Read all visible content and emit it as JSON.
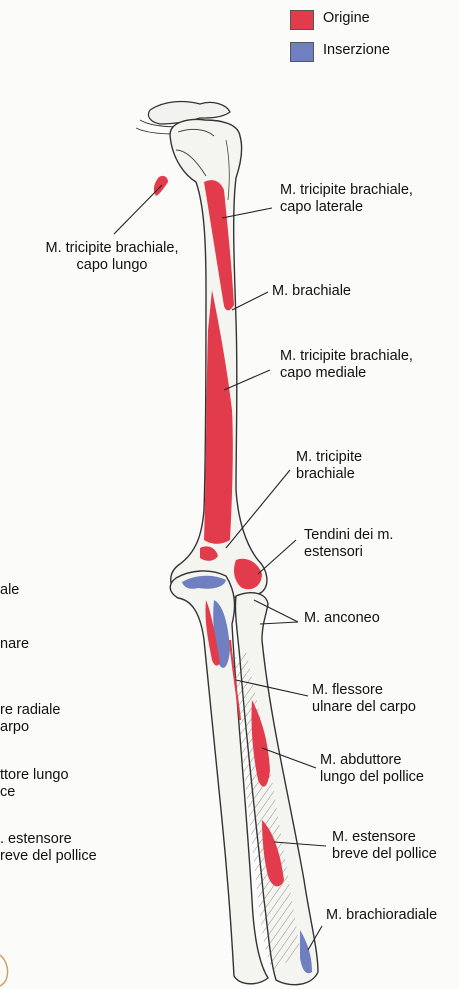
{
  "legend": {
    "origin": {
      "label": "Origine",
      "color": "#e23b4b"
    },
    "insertion": {
      "label": "Inserzione",
      "color": "#6f7fbf"
    }
  },
  "labels": {
    "triceps_long_1": "M. tricipite brachiale,",
    "triceps_long_2": "capo lungo",
    "triceps_lat_1": "M. tricipite brachiale,",
    "triceps_lat_2": "capo laterale",
    "brachialis": "M. brachiale",
    "triceps_med_1": "M. tricipite brachiale,",
    "triceps_med_2": "capo mediale",
    "triceps_1": "M. tricipite",
    "triceps_2": "brachiale",
    "extensor_tendons_1": "Tendini dei m.",
    "extensor_tendons_2": "estensori",
    "anconeus": "M. anconeo",
    "fcu_1": "M. flessore",
    "fcu_2": "ulnare del carpo",
    "apl_1": "M. abduttore",
    "apl_2": "lungo del pollice",
    "epb_1": "M. estensore",
    "epb_2": "breve del pollice",
    "brachioradialis": "M. brachioradiale"
  },
  "cut_labels": {
    "l1": "ale",
    "l2": "nare",
    "l3a": "re radiale",
    "l3b": "arpo",
    "l4a": "ttore lungo",
    "l4b": "ce",
    "l5a": ". estensore",
    "l5b": "reve del pollice"
  }
}
